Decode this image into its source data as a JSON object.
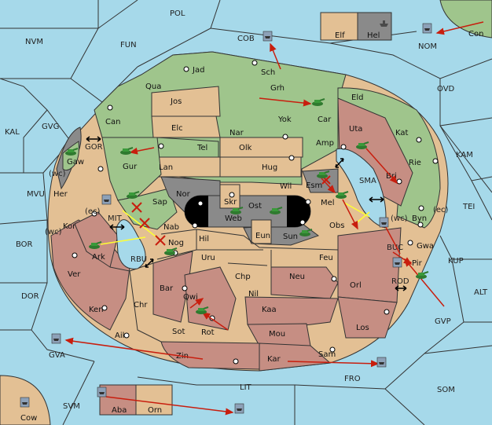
{
  "colors": {
    "sea": "#a6d9ea",
    "green": "#9fc58c",
    "tan": "#e3c094",
    "rose": "#c68e83",
    "grey": "#8a8a8a",
    "arrow": "#c81e0e",
    "support": "#ffff33"
  },
  "sea_labels": {
    "pol": "POL",
    "nvm": "NVM",
    "fun": "FUN",
    "cob": "COB",
    "nom": "NOM",
    "ovd": "OVD",
    "kal": "KAL",
    "gvg": "GVG",
    "gor": "GOR",
    "kam": "KAM",
    "mvu": "MVU",
    "mit": "MIT",
    "sma": "SMA",
    "tei": "TEI",
    "bor": "BOR",
    "rbu": "RBU",
    "buc": "BUC",
    "kup": "KUP",
    "rod": "ROD",
    "dor": "DOR",
    "alt": "ALT",
    "gvp": "GVP",
    "gva": "GVA",
    "fro": "FRO",
    "som": "SOM",
    "lit": "LIT",
    "svm": "SVM"
  },
  "coast_labels": {
    "wc1": "(wc)",
    "ec1": "(ec)",
    "wc2": "(wc)",
    "wc3": "(wc)",
    "ec2": "(ec)"
  },
  "land_labels": {
    "elf": "Elf",
    "hel": "Hel",
    "con": "Con",
    "cow": "Cow",
    "aba": "Aba",
    "orn": "Orn",
    "jad": "Jad",
    "sch": "Sch",
    "qua": "Qua",
    "jos": "Jos",
    "grh": "Grh",
    "eld": "Eld",
    "can": "Can",
    "elc": "Elc",
    "nar": "Nar",
    "yok": "Yok",
    "car": "Car",
    "uta": "Uta",
    "kat": "Kat",
    "gaw": "Gaw",
    "gur": "Gur",
    "tel": "Tel",
    "olk": "Olk",
    "amp": "Amp",
    "rie": "Rie",
    "lan": "Lan",
    "hug": "Hug",
    "bri": "Bri",
    "her": "Her",
    "nor": "Nor",
    "skr": "Skr",
    "ost": "Ost",
    "wil": "Wil",
    "esm": "Esm",
    "sap": "Sap",
    "web": "Web",
    "mel": "Mel",
    "byn": "Byn",
    "kor": "Kor",
    "nab": "Nab",
    "eun": "Eun",
    "sun": "Sun",
    "obs": "Obs",
    "gwa": "Gwa",
    "hil": "Hil",
    "ark": "Ark",
    "nog": "Nog",
    "uru": "Uru",
    "feu": "Feu",
    "pir": "Pir",
    "chp": "Chp",
    "neu": "Neu",
    "orl": "Orl",
    "ver": "Ver",
    "bar": "Bar",
    "qwi": "Qwi",
    "nil": "Nil",
    "ken": "Ken",
    "chr": "Chr",
    "kaa": "Kaa",
    "sot": "Sot",
    "rot": "Rot",
    "los": "Los",
    "ail": "Ail",
    "mou": "Mou",
    "zin": "Zin",
    "kar": "Kar",
    "sam": "Sam"
  }
}
